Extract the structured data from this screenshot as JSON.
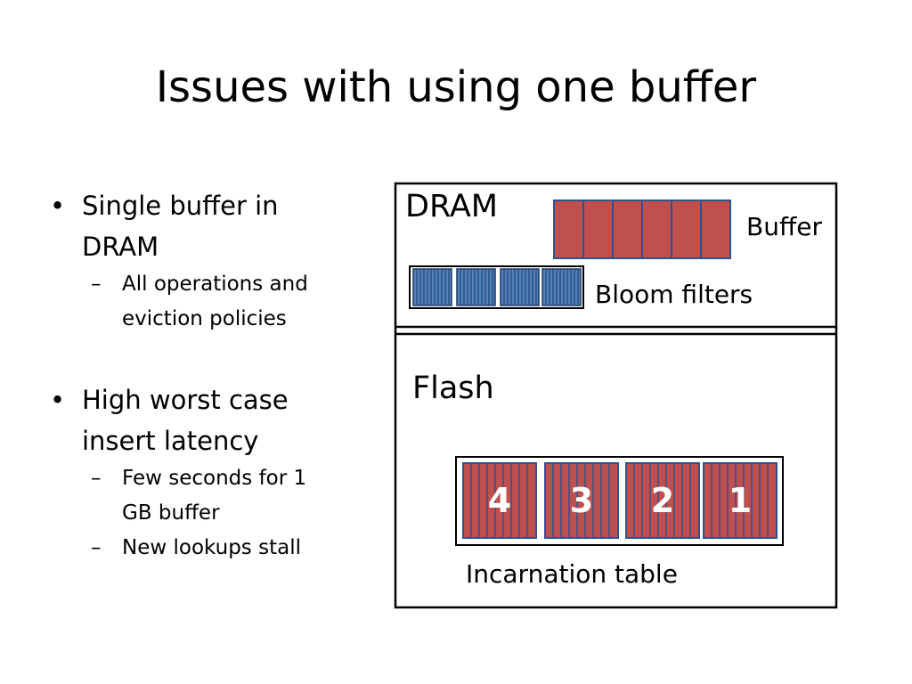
{
  "slide": {
    "title": "Issues with using one buffer"
  },
  "bullets": [
    {
      "text": "Single buffer in DRAM",
      "lines": [
        "Single buffer in",
        "DRAM"
      ],
      "sub": [
        {
          "text": "All operations and eviction policies",
          "lines": [
            "All operations and",
            "eviction policies"
          ]
        }
      ]
    },
    {
      "text": "High worst case insert latency",
      "lines": [
        "High worst case",
        "insert latency"
      ],
      "sub": [
        {
          "text": "Few seconds for  1 GB buffer",
          "lines": [
            "Few seconds for  1",
            "GB buffer"
          ]
        },
        {
          "text": "New lookups stall",
          "lines": [
            "New lookups stall"
          ]
        }
      ]
    }
  ],
  "diagram": {
    "dram_label": "DRAM",
    "buffer_label": "Buffer",
    "bloom_label": "Bloom filters",
    "flash_label": "Flash",
    "table_label": "Incarnation table",
    "incarnations": [
      "4",
      "3",
      "2",
      "1"
    ],
    "colors": {
      "red_fill": "#C0504D",
      "red_stroke": "#2F528F",
      "blue_fill": "#4F81BD",
      "blue_stroke": "#1F3864",
      "outline": "#000000"
    }
  }
}
